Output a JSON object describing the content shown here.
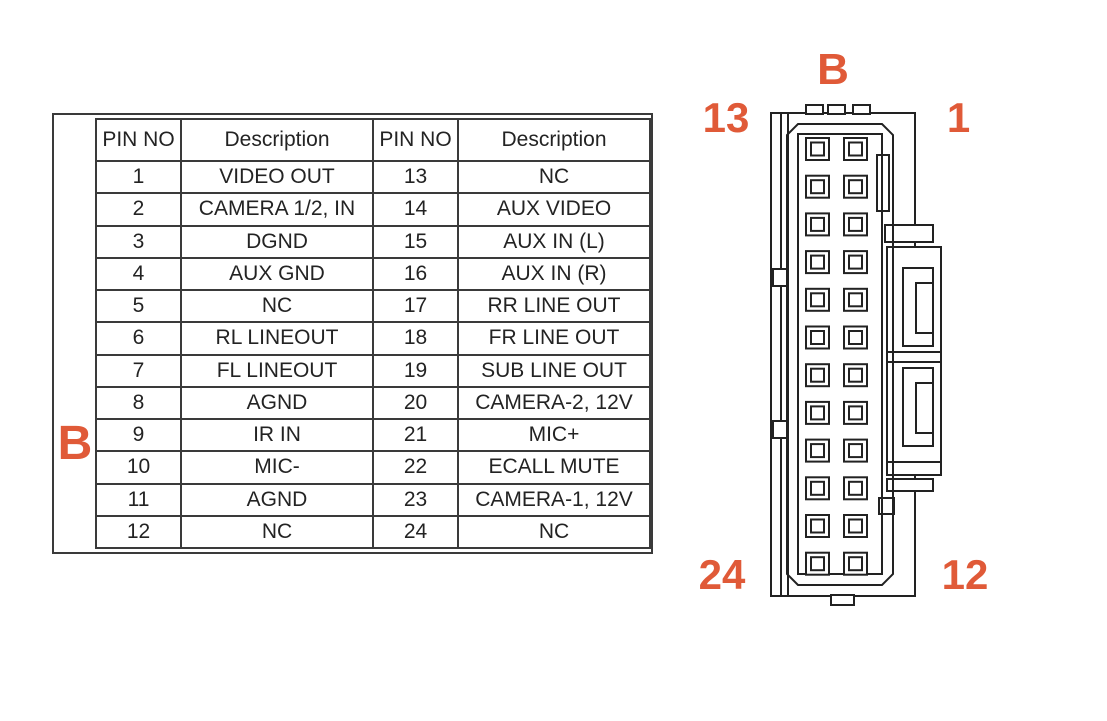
{
  "colors": {
    "accent": "#E05A38",
    "line": "#222222",
    "border": "#3a3a3a",
    "text": "#232323",
    "background": "#ffffff"
  },
  "table": {
    "group_label": "B",
    "headers": [
      "PIN NO",
      "Description",
      "PIN NO",
      "Description"
    ],
    "rows": [
      [
        "1",
        "VIDEO OUT",
        "13",
        "NC"
      ],
      [
        "2",
        "CAMERA 1/2, IN",
        "14",
        "AUX VIDEO"
      ],
      [
        "3",
        "DGND",
        "15",
        "AUX IN (L)"
      ],
      [
        "4",
        "AUX GND",
        "16",
        "AUX IN (R)"
      ],
      [
        "5",
        "NC",
        "17",
        "RR LINE OUT"
      ],
      [
        "6",
        "RL LINEOUT",
        "18",
        "FR LINE OUT"
      ],
      [
        "7",
        "FL LINEOUT",
        "19",
        "SUB LINE OUT"
      ],
      [
        "8",
        "AGND",
        "20",
        "CAMERA-2, 12V"
      ],
      [
        "9",
        "IR IN",
        "21",
        "MIC+"
      ],
      [
        "10",
        "MIC-",
        "22",
        "ECALL MUTE"
      ],
      [
        "11",
        "AGND",
        "23",
        "CAMERA-1, 12V"
      ],
      [
        "12",
        "NC",
        "24",
        "NC"
      ]
    ]
  },
  "connector": {
    "top_label": "B",
    "pin_rows": 12,
    "pin_columns": 2,
    "corner_labels": {
      "top_left": "13",
      "top_right": "1",
      "bottom_left": "24",
      "bottom_right": "12"
    }
  }
}
